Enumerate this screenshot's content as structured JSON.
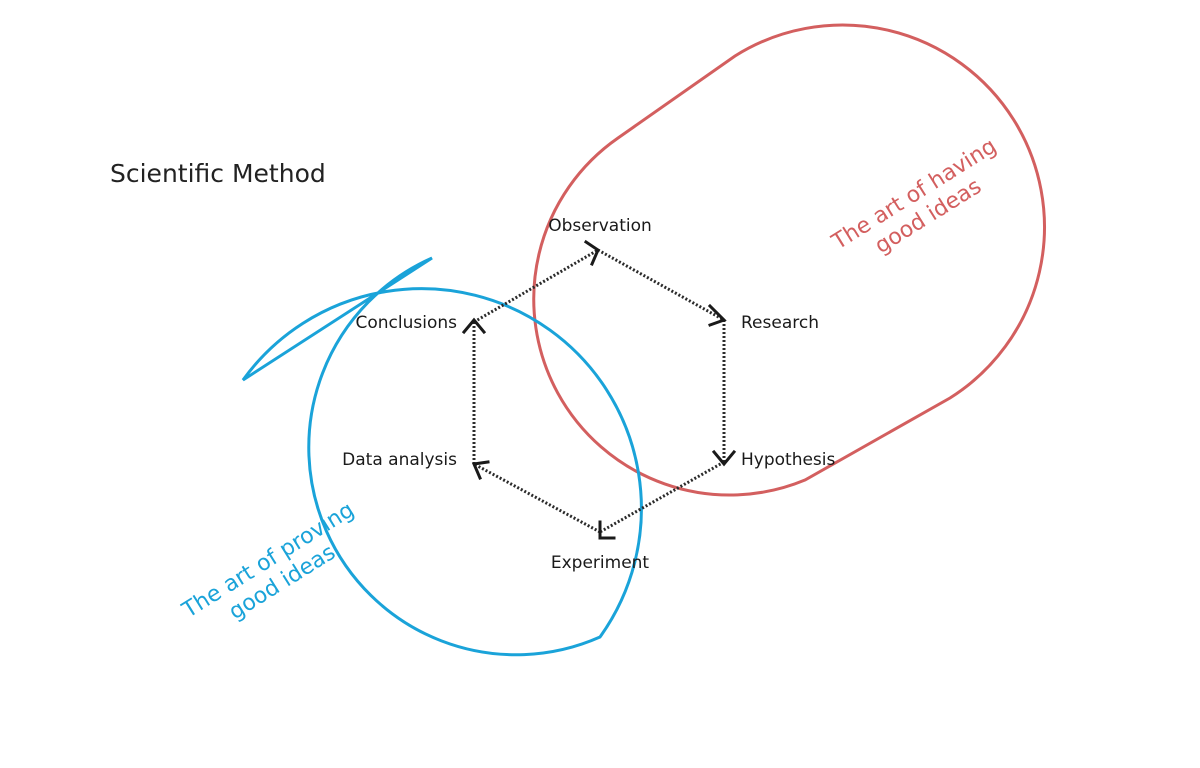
{
  "diagram": {
    "title": "Scientific Method",
    "steps": [
      "Observation",
      "Research",
      "Hypothesis",
      "Experiment",
      "Data analysis",
      "Conclusions"
    ],
    "having_ideas": {
      "line1": "The art of having",
      "line2": "good ideas"
    },
    "proving_ideas": {
      "line1": "The art of proving",
      "line2": "good ideas"
    }
  },
  "colors": {
    "having_ideas": "#d35f5f",
    "proving_ideas": "#1aa3d9",
    "cycle": "#2b2b2b"
  }
}
